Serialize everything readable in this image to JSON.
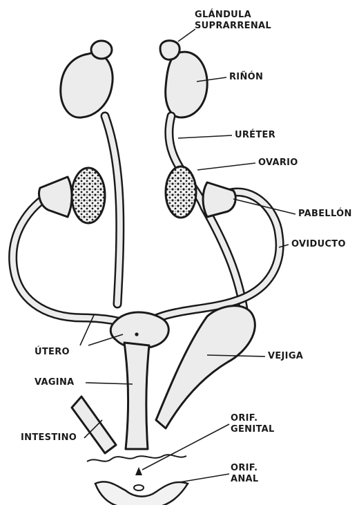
{
  "labels": {
    "glandula_suprarrenal": [
      "GLÁNDULA",
      "SUPRARRENAL"
    ],
    "rinon": "RIÑÓN",
    "ureter": "URÉTER",
    "ovario": "OVARIO",
    "pabellon": "PABELLÓN",
    "oviducto": "OVIDUCTO",
    "utero": "ÚTERO",
    "vejiga": "VEJIGA",
    "vagina": "VAGINA",
    "intestino": "INTESTINO",
    "orif_genital": [
      "ORIF.",
      "GENITAL"
    ],
    "orif_anal": [
      "ORIF.",
      "ANAL"
    ]
  },
  "colors": {
    "ink": "#1a1a1a",
    "tissue": "#ececec",
    "background": "#ffffff"
  }
}
